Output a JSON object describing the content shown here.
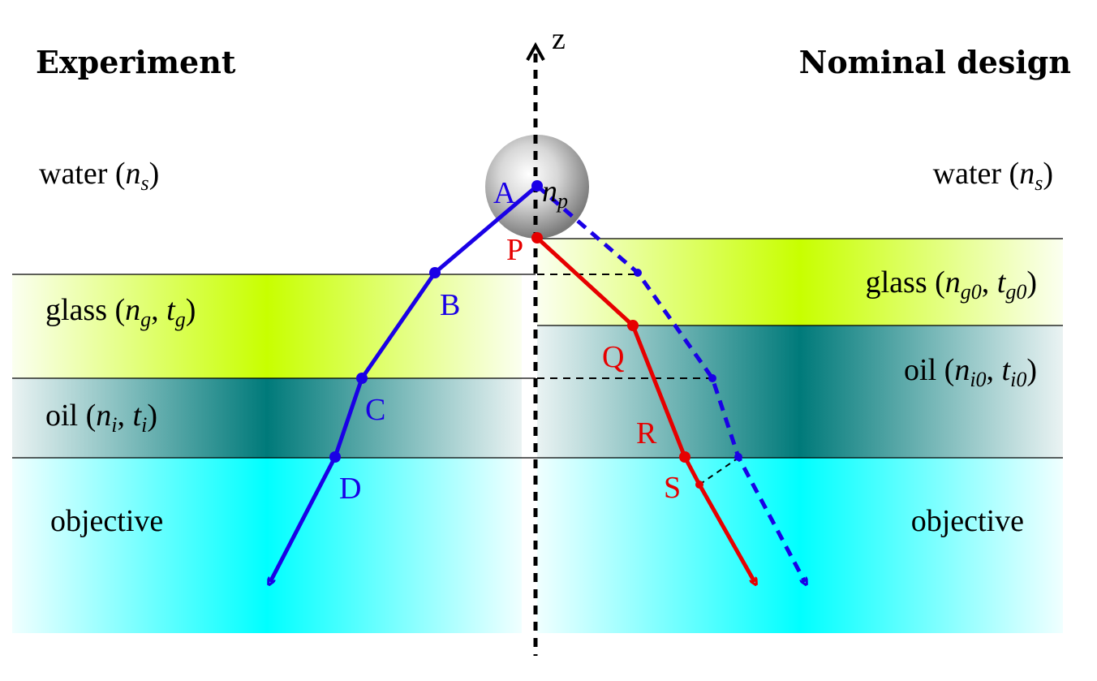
{
  "titles": {
    "left": "Experiment",
    "right": "Nominal design"
  },
  "axis": {
    "label": "z"
  },
  "particle": {
    "label_main": "n",
    "label_sub": "p"
  },
  "left_layers": {
    "water": {
      "text": "water (",
      "var": "n",
      "sub": "s",
      "close": ")"
    },
    "glass": {
      "text": "glass (",
      "var1": "n",
      "sub1": "g",
      "sep": ", ",
      "var2": "t",
      "sub2": "g",
      "close": ")"
    },
    "oil": {
      "text": "oil (",
      "var1": "n",
      "sub1": "i",
      "sep": ", ",
      "var2": "t",
      "sub2": "i",
      "close": ")"
    },
    "objective": {
      "text": "objective"
    }
  },
  "right_layers": {
    "water": {
      "text": "water (",
      "var": "n",
      "sub": "s",
      "close": ")"
    },
    "glass": {
      "text": "glass (",
      "var1": "n",
      "sub1": "g0",
      "sep": ", ",
      "var2": "t",
      "sub2": "g0",
      "close": ")"
    },
    "oil": {
      "text": "oil (",
      "var1": "n",
      "sub1": "i0",
      "sep": ", ",
      "var2": "t",
      "sub2": "i0",
      "close": ")"
    },
    "objective": {
      "text": "objective"
    }
  },
  "points_blue": [
    "A",
    "B",
    "C",
    "D"
  ],
  "points_red": [
    "P",
    "Q",
    "R",
    "S"
  ],
  "colors": {
    "blue_ray": "#1a00e6",
    "red_ray": "#e60000",
    "glass": "#c8ff00",
    "oil": "#007a7a",
    "objective": "#00ffff"
  }
}
